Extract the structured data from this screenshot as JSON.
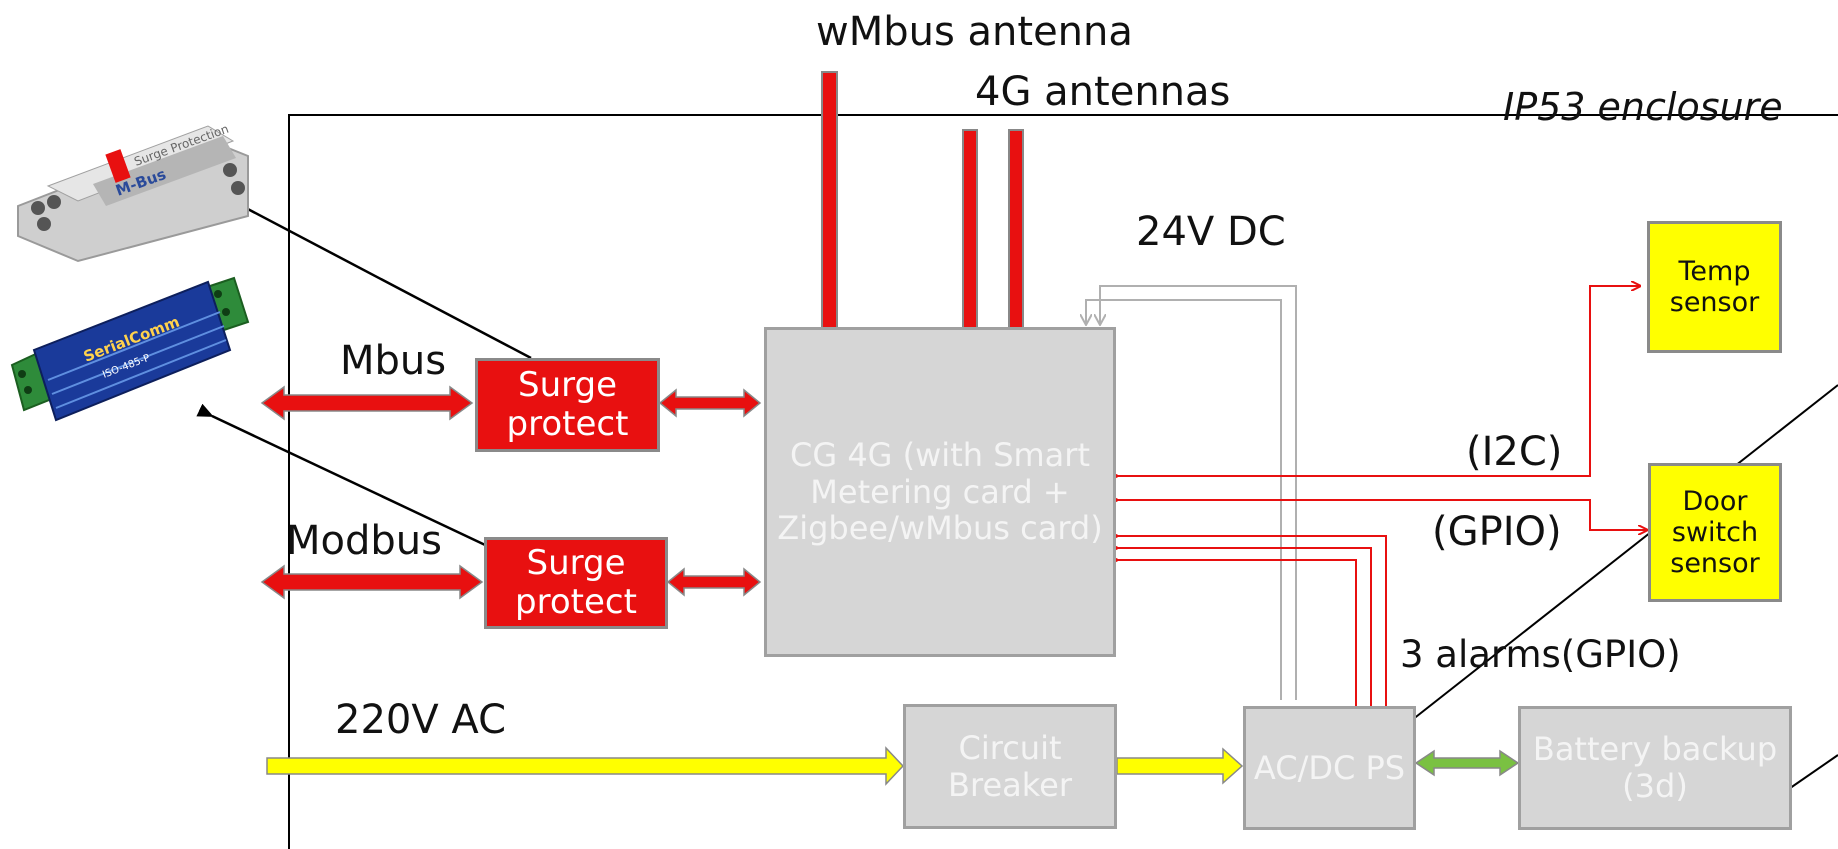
{
  "labels": {
    "wmbus_antenna": "wMbus antenna",
    "antennas_4g": "4G antennas",
    "enclosure": "IP53 enclosure",
    "dc24": "24V DC",
    "mbus": "Mbus",
    "modbus": "Modbus",
    "ac220": "220V AC",
    "i2c": "(I2C)",
    "gpio": "(GPIO)",
    "alarms": "3 alarms(GPIO)"
  },
  "boxes": {
    "cg4g": "CG 4G (with Smart Metering card + Zigbee/wMbus card)",
    "surge1": "Surge protect",
    "surge2": "Surge protect",
    "breaker": "Circuit Breaker",
    "acdc": "AC/DC PS",
    "battery": "Battery backup (3d)",
    "temp": "Temp sensor",
    "door": "Door switch sensor"
  },
  "photos": {
    "surge_module_top": {
      "texts": [
        "Surge Protection",
        "M-Bus"
      ]
    },
    "surge_module_blue": {
      "texts": [
        "SerialComm",
        "ISO-485-P"
      ]
    }
  },
  "colors": {
    "red": "#e81010",
    "yellow": "#ffff00",
    "green": "#7ac142",
    "gray_box": "#d6d6d6",
    "gray_wire": "#b4b4b4"
  }
}
